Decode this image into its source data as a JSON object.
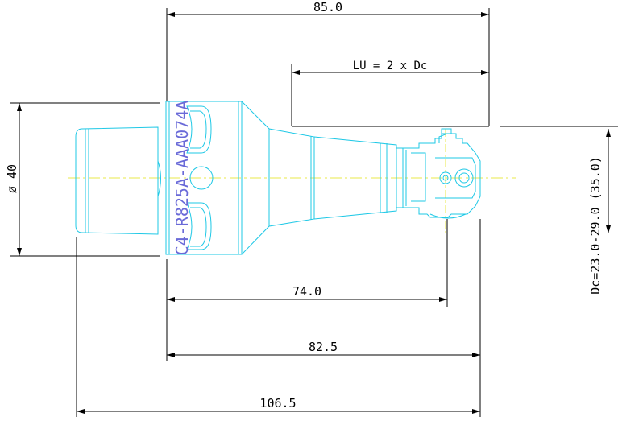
{
  "colors": {
    "outline": "#1ec8e6",
    "centerline": "#e8e84a",
    "dimension": "#000000",
    "part_number": "#6a6ad8"
  },
  "dimensions": {
    "overall_top": "85.0",
    "lu_label": "LU = 2 x Dc",
    "diameter": "ø 40",
    "cutter_diameter": "Dc=23.0-29.0 (35.0)",
    "len_74": "74.0",
    "len_82_5": "82.5",
    "len_106_5": "106.5"
  },
  "part_number": "C4-R825A-AAA074A"
}
